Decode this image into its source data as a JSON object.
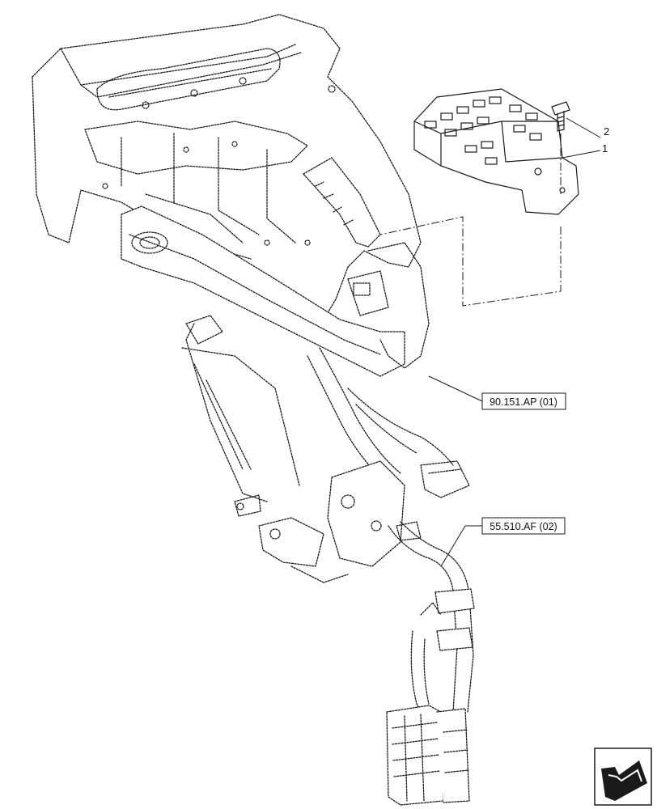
{
  "callouts": [
    {
      "id": "callout-2",
      "text": "2"
    },
    {
      "id": "callout-1",
      "text": "1"
    }
  ],
  "references": [
    {
      "id": "ref-90-151",
      "text": "90.151.AP (01)"
    },
    {
      "id": "ref-55-510",
      "text": "55.510.AF (02)"
    }
  ],
  "nav_icon": "next-page-arrow-icon"
}
